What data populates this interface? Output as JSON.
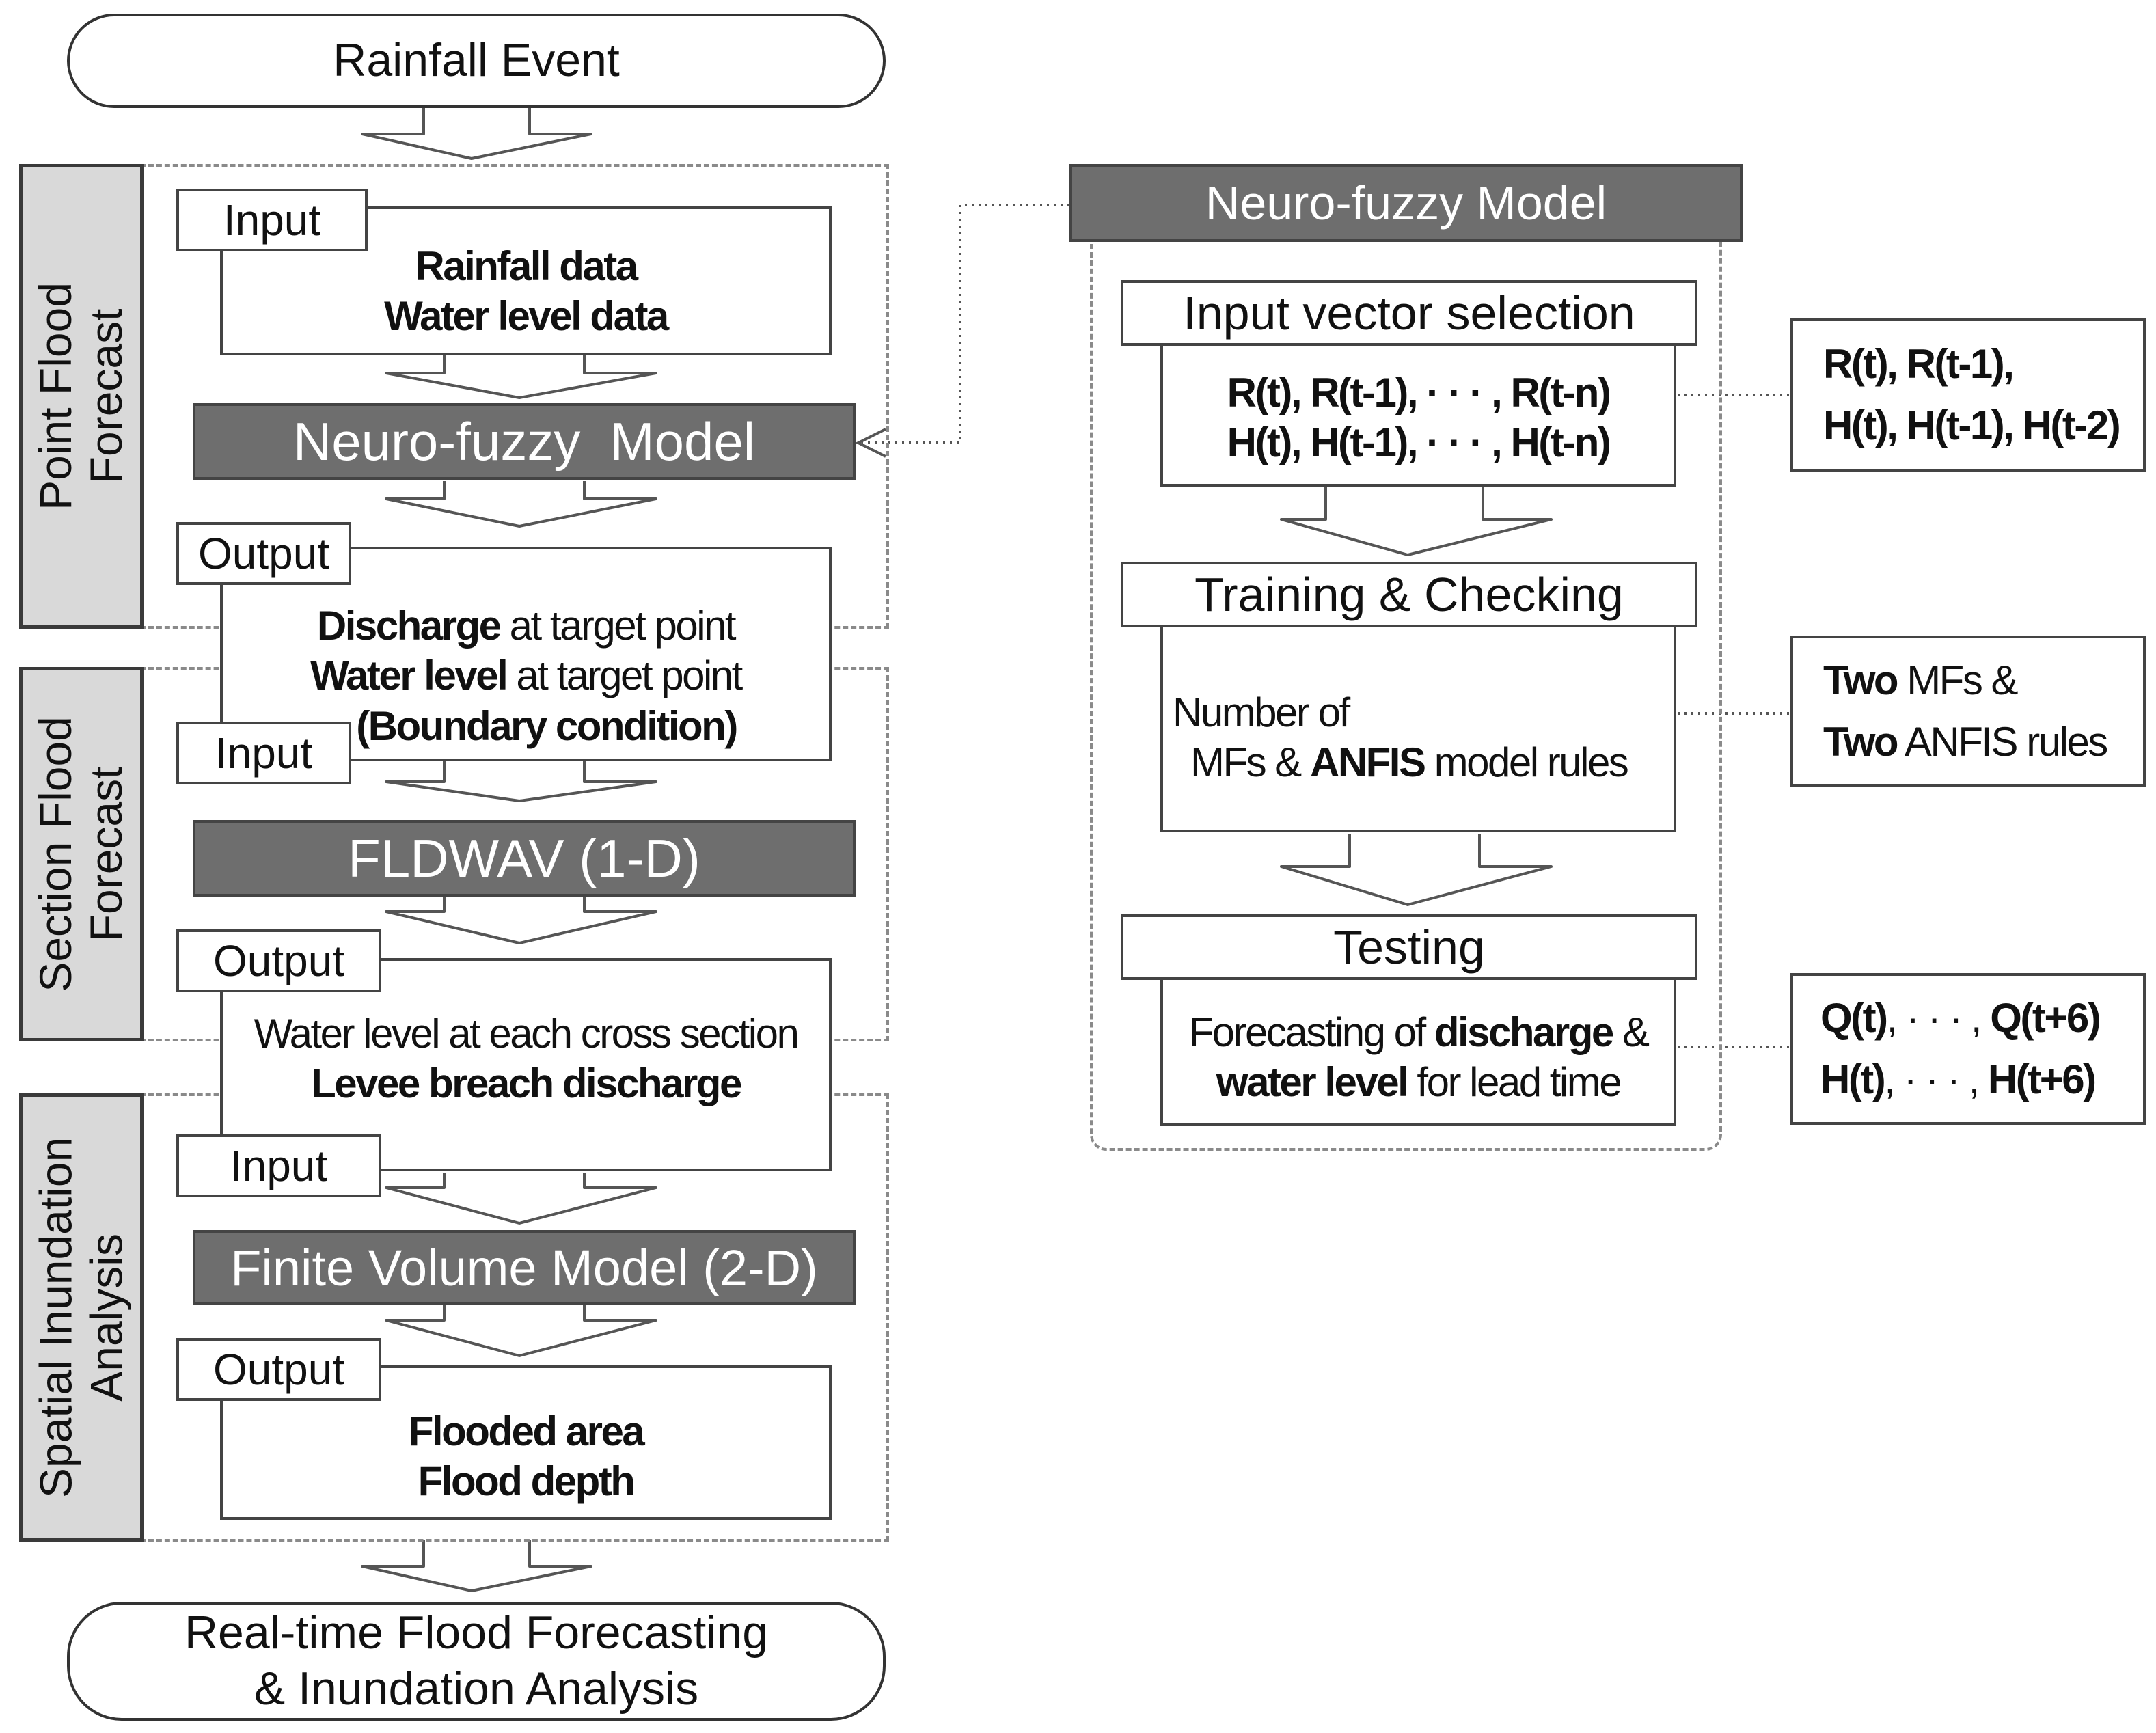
{
  "start": "Rainfall Event",
  "end": {
    "line1": "Real-time Flood Forecasting",
    "line2": "& Inundation Analysis"
  },
  "sections": [
    {
      "line1": "Point Flood",
      "line2": "Forecast"
    },
    {
      "line1": "Section Flood",
      "line2": "Forecast"
    },
    {
      "line1": "Spatial Inundation",
      "line2": "Analysis"
    }
  ],
  "labels": {
    "input": "Input",
    "output": "Output"
  },
  "point": {
    "input_line1": "Rainfall data",
    "input_line2": "Water level data",
    "model": "Neuro-fuzzy  Model",
    "out1_bold": "Discharge",
    "out1_rest": " at target point",
    "out2_bold": "Water level",
    "out2_rest": " at target point",
    "out3": "(Boundary condition)"
  },
  "section": {
    "model": "FLDWAV (1-D)",
    "out1": "Water level at each cross section",
    "out2": "Levee breach discharge"
  },
  "spatial": {
    "model": "Finite Volume Model (2-D)",
    "out1": "Flooded area",
    "out2": "Flood depth"
  },
  "nf": {
    "title": "Neuro-fuzzy Model",
    "step1_title": "Input vector selection",
    "step1_line1": "R(t), R(t-1), · · · , R(t-n)",
    "step1_line2": "H(t), H(t-1), · · · , H(t-n)",
    "step2_title": "Training & Checking",
    "step2_line1": "Number of",
    "step2_pre": "MFs & ",
    "step2_bold": "ANFIS",
    "step2_post": " model rules",
    "step3_title": "Testing",
    "step3_pre1": "Forecasting of ",
    "step3_bold1": "discharge",
    "step3_post1": " &",
    "step3_bold2": "water level",
    "step3_post2": " for lead time"
  },
  "notes": {
    "n1_line1": "R(t), R(t-1),",
    "n1_line2": "H(t), H(t-1), H(t-2)",
    "n2_bold1": "Two",
    "n2_rest1": " MFs &",
    "n2_bold2": "Two",
    "n2_rest2": " ANFIS rules",
    "n3_a1": "Q(t)",
    "n3_mid1": ", · · · , ",
    "n3_b1": "Q(t+6)",
    "n3_a2": "H(t)",
    "n3_mid2": ", · · · , ",
    "n3_b2": "H(t+6)"
  },
  "colors": {
    "dark_box": "#6e6e6e",
    "side_panel": "#d9d9d9",
    "dashed": "#8a8a8a"
  }
}
